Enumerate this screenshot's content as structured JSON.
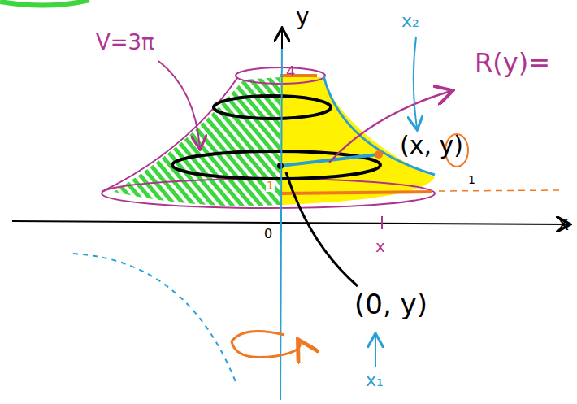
{
  "diagram": {
    "labels": [
      "V=3π",
      "y",
      "x₂",
      "R(y)=",
      "4",
      "(x, y)",
      "1",
      "1",
      "0",
      "x",
      "x",
      "(0, y)",
      "x₁"
    ]
  }
}
